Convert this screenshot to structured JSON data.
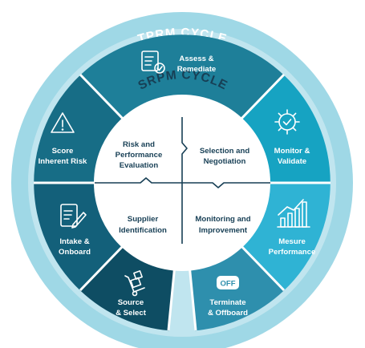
{
  "outer_ring": {
    "title": "TPRM CYCLE"
  },
  "inner_circle": {
    "title": "SRPM CYCLE",
    "quadrants": [
      {
        "id": "risk-evaluation",
        "lines": [
          "Risk and",
          "Performance",
          "Evaluation"
        ]
      },
      {
        "id": "selection-negotiation",
        "lines": [
          "Selection and",
          "Negotiation"
        ]
      },
      {
        "id": "supplier-identification",
        "lines": [
          "Supplier",
          "Identification"
        ]
      },
      {
        "id": "monitoring-improvement",
        "lines": [
          "Monitoring and",
          "Improvement"
        ]
      }
    ]
  },
  "segments": [
    {
      "id": "assess-remediate",
      "icon": "checklist-icon",
      "lines": [
        "Assess &",
        "Remediate"
      ],
      "color": "#1e7f99"
    },
    {
      "id": "monitor-validate",
      "icon": "gear-check-icon",
      "lines": [
        "Monitor &",
        "Validate"
      ],
      "color": "#16a3c2"
    },
    {
      "id": "mesure-performance",
      "icon": "bar-chart-icon",
      "lines": [
        "Mesure",
        "Performance"
      ],
      "color": "#2fb3d4"
    },
    {
      "id": "terminate-offboard",
      "icon": "off-icon",
      "icon_text": "OFF",
      "lines": [
        "Terminate",
        "& Offboard"
      ],
      "color": "#2e8fad"
    },
    {
      "id": "source-select",
      "icon": "hand-truck-icon",
      "lines": [
        "Source",
        "& Select"
      ],
      "color": "#0e4d63"
    },
    {
      "id": "intake-onboard",
      "icon": "document-edit-icon",
      "lines": [
        "Intake &",
        "Onboard"
      ],
      "color": "#13607a"
    },
    {
      "id": "score-inherent-risk",
      "icon": "warning-icon",
      "lines": [
        "Score",
        "Inherent Risk"
      ],
      "color": "#176d86"
    }
  ],
  "colors": {
    "outer_ring": "#9fd8e6",
    "inner_circle": "#ffffff",
    "text_dark": "#173f55",
    "divider": "#173f55"
  }
}
